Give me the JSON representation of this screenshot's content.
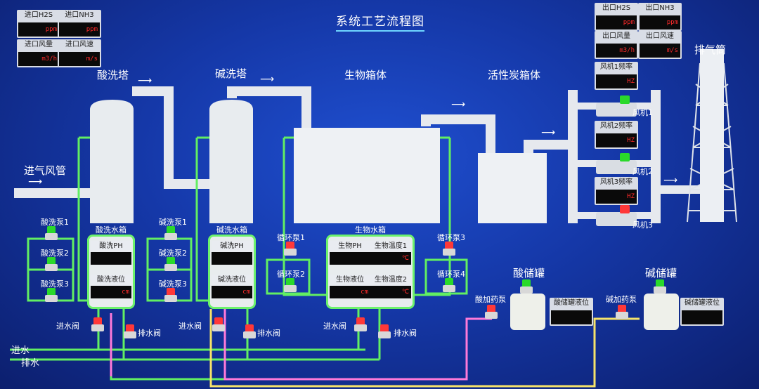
{
  "title": "系统工艺流程图",
  "inlet": {
    "h2s_label": "进口H2S",
    "h2s_unit": "ppm",
    "nh3_label": "进口NH3",
    "nh3_unit": "ppm",
    "flow_label": "进口风量",
    "flow_unit": "m3/h",
    "speed_label": "进口风速",
    "speed_unit": "m/s"
  },
  "outlet": {
    "h2s_label": "出口H2S",
    "h2s_unit": "ppm",
    "nh3_label": "出口NH3",
    "nh3_unit": "ppm",
    "flow_label": "出口风量",
    "flow_unit": "m3/h",
    "speed_label": "出口风速",
    "speed_unit": "m/s"
  },
  "units": {
    "acid_tower": "酸洗塔",
    "alkali_tower": "碱洗塔",
    "bio_box": "生物箱体",
    "carbon_box": "活性炭箱体",
    "stack": "排气筒",
    "inlet_duct": "进气风管"
  },
  "fans": {
    "fan1_freq_label": "风机1频率",
    "fan1_label": "风机1",
    "fan2_freq_label": "风机2频率",
    "fan2_label": "风机2",
    "fan3_freq_label": "风机3频率",
    "fan3_label": "风机3",
    "freq_unit": "HZ"
  },
  "acid_tank": {
    "title": "酸洗水箱",
    "ph_label": "酸洗PH",
    "level_label": "酸洗液位",
    "level_unit": "cm",
    "pump1": "酸洗泵1",
    "pump2": "酸洗泵2",
    "pump3": "酸洗泵3"
  },
  "alkali_tank": {
    "title": "碱洗水箱",
    "ph_label": "碱洗PH",
    "level_label": "碱洗液位",
    "level_unit": "cm",
    "pump1": "碱洗泵1",
    "pump2": "碱洗泵2",
    "pump3": "碱洗泵3"
  },
  "bio_tank": {
    "title": "生物水箱",
    "ph_label": "生物PH",
    "temp1_label": "生物温度1",
    "temp_unit": "℃",
    "level_label": "生物液位",
    "temp2_label": "生物温度2",
    "level_unit": "cm",
    "pump1": "循环泵1",
    "pump2": "循环泵2",
    "pump3": "循环泵3",
    "pump4": "循环泵4"
  },
  "acid_storage": {
    "title": "酸储罐",
    "pump": "酸加药泵",
    "level_label": "酸储罐液位"
  },
  "alkali_storage": {
    "title": "碱储罐",
    "pump": "碱加药泵",
    "level_label": "碱储罐液位"
  },
  "valves": {
    "in1": "进水阀",
    "out1": "排水阀",
    "in2": "进水阀",
    "out2": "排水阀",
    "in3": "进水阀",
    "out3": "排水阀"
  },
  "water": {
    "in": "进水",
    "out": "排水"
  }
}
